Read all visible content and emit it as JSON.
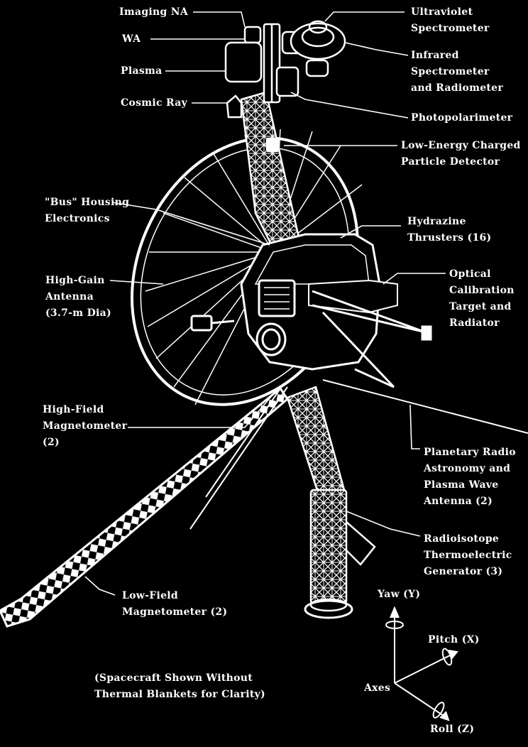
{
  "labels": {
    "imaging_na": "Imaging NA",
    "wa": "WA",
    "plasma": "Plasma",
    "cosmic_ray": "Cosmic Ray",
    "ultraviolet": [
      "Ultraviolet",
      "Spectrometer"
    ],
    "infrared": [
      "Infrared",
      "Spectrometer",
      "and Radiometer"
    ],
    "photopolarimeter": "Photopolarimeter",
    "lecp": [
      "Low-Energy Charged",
      "Particle Detector"
    ],
    "bus_housing": [
      "\"Bus\" Housing",
      "Electronics"
    ],
    "hydrazine": [
      "Hydrazine",
      "Thrusters (16)"
    ],
    "optical": [
      "Optical",
      "Calibration",
      "Target and",
      "Radiator"
    ],
    "high_gain": [
      "High-Gain",
      "Antenna",
      "(3.7-m Dia)"
    ],
    "high_field": [
      "High-Field",
      "Magnetometer",
      "(2)"
    ],
    "planetary_radio": [
      "Planetary Radio",
      "Astronomy and",
      "Plasma Wave",
      "Antenna (2)"
    ],
    "rtg": [
      "Radioisotope",
      "Thermoelectric",
      "Generator (3)"
    ],
    "low_field": [
      "Low-Field",
      "Magnetometer (2)"
    ],
    "note": [
      "(Spacecraft Shown Without",
      "Thermal Blankets for Clarity)"
    ]
  },
  "axes": {
    "yaw": "Yaw (Y)",
    "pitch": "Pitch (X)",
    "roll": "Roll (Z)",
    "axes": "Axes"
  },
  "colors": {
    "background": "#000000",
    "linework": "#ffffff"
  }
}
